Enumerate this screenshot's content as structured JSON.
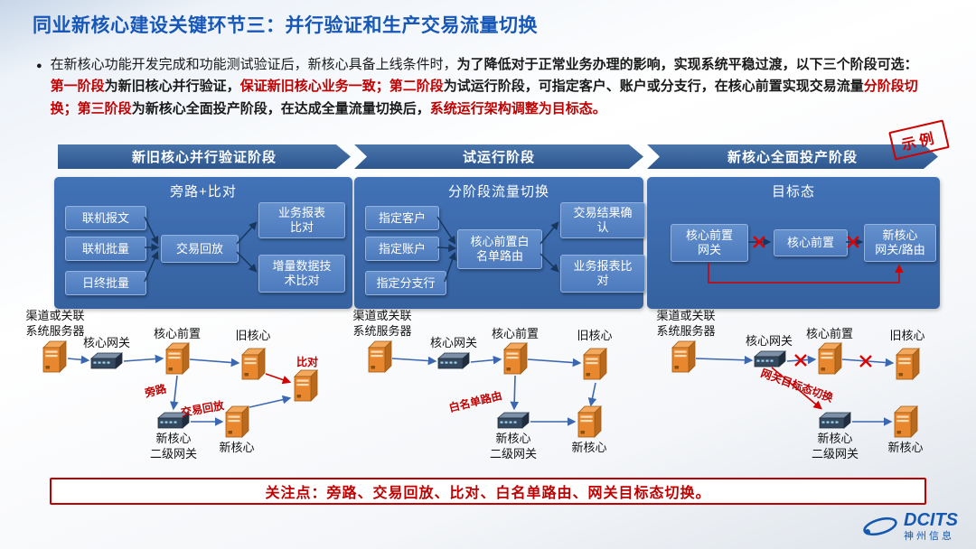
{
  "slide": {
    "title": "同业新核心建设关键环节三：并行验证和生产交易流量切换",
    "stamp": "示例"
  },
  "intro": {
    "bullet": "●",
    "s1": "在新核心功能开发完成和功能测试验证后，新核心具备上线条件时，",
    "s2": "为了降低对于正常业务办理的影响，实现系统平稳过渡，以下三个阶段可选：",
    "s3": "第一阶段",
    "s4": "为新旧核心并行验证，",
    "s5": "保证新旧核心业务一致；",
    "s6": "第二阶段",
    "s7": "为试运行阶段，可指定客户、账户或分支行，在核心前置实现交易流量",
    "s8": "分阶段切换；",
    "s9": "第三阶段",
    "s10": "为新核心全面投产阶段，在达成全量流量切换后，",
    "s11": "系统运行架构调整为目标态。"
  },
  "stages": [
    "新旧核心并行验证阶段",
    "试运行阶段",
    "新核心全面投产阶段"
  ],
  "panel1": {
    "title": "旁路+比对",
    "left": [
      "联机报文",
      "联机批量",
      "日终批量"
    ],
    "mid": "交易回放",
    "right": [
      [
        "业务报表",
        "比对"
      ],
      [
        "增量数据技",
        "术比对"
      ]
    ]
  },
  "panel2": {
    "title": "分阶段流量切换",
    "left": [
      "指定客户",
      "指定账户",
      "指定分支行"
    ],
    "mid": [
      "核心前置白",
      "名单路由"
    ],
    "right": [
      [
        "交易结果确",
        "认"
      ],
      [
        "业务报表比",
        "对"
      ]
    ]
  },
  "panel3": {
    "title": "目标态",
    "box1": [
      "核心前置",
      "网关"
    ],
    "box2": "核心前置",
    "box3": [
      "新核心",
      "网关/路由"
    ]
  },
  "d1": {
    "channel": [
      "渠道或关联",
      "系统服务器"
    ],
    "gateway": "核心网关",
    "front": "核心前置",
    "old_core": "旧核心",
    "l2_gateway": [
      "新核心",
      "二级网关"
    ],
    "new_core": "新核心",
    "flow_bypass": "旁路",
    "flow_replay": "交易回放",
    "flow_compare": "比对"
  },
  "d2": {
    "channel": [
      "渠道或关联",
      "系统服务器"
    ],
    "gateway": "核心网关",
    "front": "核心前置",
    "old_core": "旧核心",
    "l2_gateway": [
      "新核心",
      "二级网关"
    ],
    "new_core": "新核心",
    "flow_whitelist": "白名单路由"
  },
  "d3": {
    "channel": [
      "渠道或关联",
      "系统服务器"
    ],
    "gateway": "核心网关",
    "front": "核心前置",
    "old_core": "旧核心",
    "l2_gateway": [
      "新核心",
      "二级网关"
    ],
    "new_core": "新核心",
    "flow_switchover": "网关目标态切换"
  },
  "footer": {
    "note": "关注点：旁路、交易回放、比对、白名单路由、网关目标态切换。",
    "logo_text": "DCITS",
    "logo_sub": "神州信息"
  },
  "colors": {
    "title_blue": "#1757B8",
    "stage_blue": "#2D568F",
    "panel_blue": "#3A69B0",
    "box_blue": "#5E89C9",
    "red": "#C00000",
    "server_orange": "#E8872E",
    "switch_navy": "#35495E",
    "arrow_blue": "#3B67B0"
  },
  "icons": {
    "server": "server-icon",
    "switch": "switch-icon",
    "x_mark": "x-mark-icon",
    "logo": "dcits-logo-icon"
  }
}
